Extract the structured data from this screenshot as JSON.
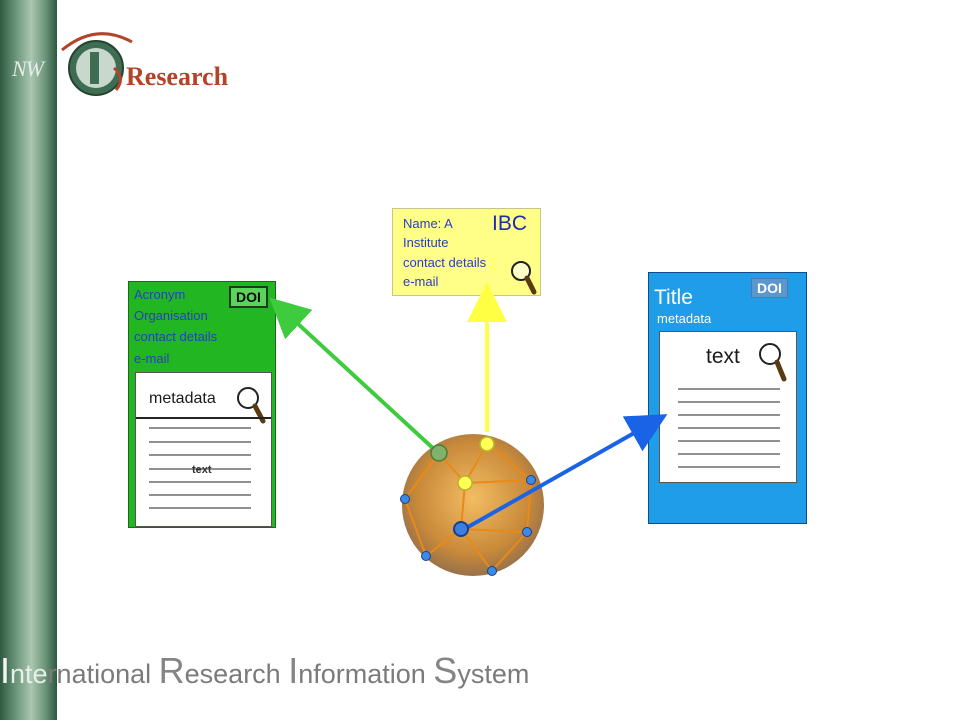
{
  "logo": {
    "nw": "NW",
    "word": "Research"
  },
  "footer": {
    "parts": [
      {
        "cap": "I",
        "rest": "nte"
      },
      {
        "rest": "rnational "
      },
      {
        "cap": "R",
        "rest": "esearch "
      },
      {
        "cap": "I",
        "rest": "nformation "
      },
      {
        "cap": "S",
        "rest": "ystem"
      }
    ]
  },
  "organisation": {
    "lines": [
      "Acronym",
      "Organisation",
      "contact details",
      "e-mail"
    ],
    "doi": "DOI",
    "card_title": "metadata",
    "card_text": "text",
    "color": "#22b722"
  },
  "institute": {
    "lines": [
      "Name: A",
      "Institute",
      "contact details",
      "e-mail"
    ],
    "acronym": "IBC",
    "color": "#ffff88"
  },
  "publication": {
    "title": "Title",
    "metadata": "metadata",
    "doi": "DOI",
    "card_text": "text",
    "color": "#1f9de8"
  },
  "arrows": {
    "green": "#3ecb3e",
    "yellow": "#ffff44",
    "blue": "#1a63e6"
  }
}
